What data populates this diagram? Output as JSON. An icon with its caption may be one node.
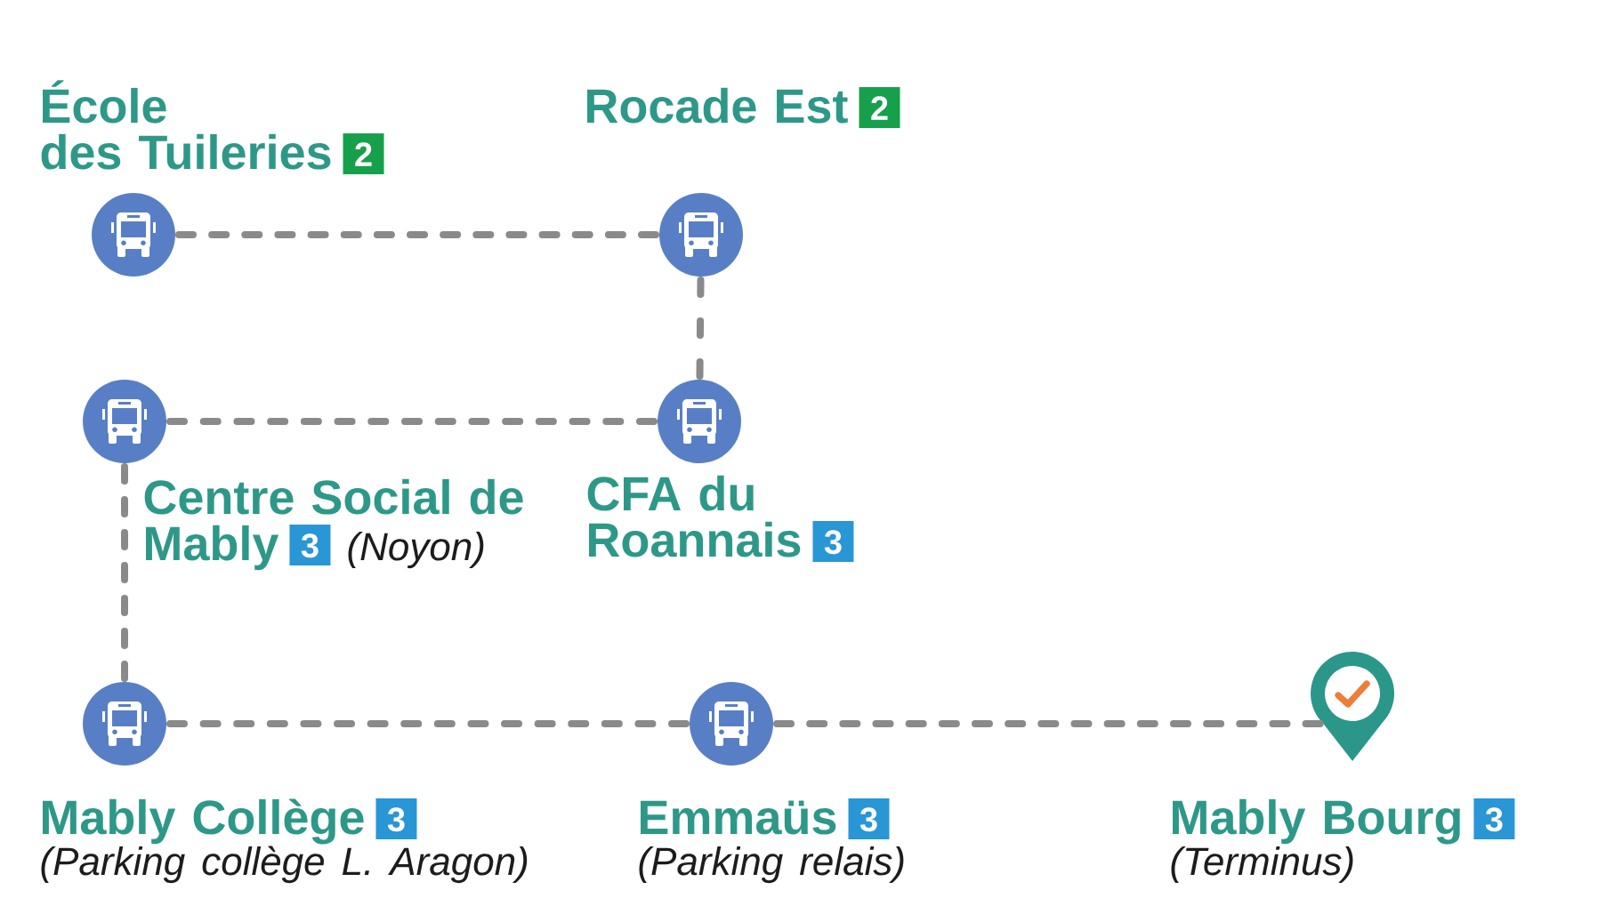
{
  "diagram": {
    "nodes": [
      {
        "text": [
          "École des Tuileries",
          "2"
        ]
      },
      {
        "text": [
          "Rocade Est",
          "2"
        ]
      },
      {
        "text": [
          "Centre Social de Mably",
          "3",
          "(Noyon)"
        ]
      },
      {
        "text": [
          "CFA du Roannais",
          "3"
        ]
      },
      {
        "text": [
          "Mably Collège",
          "3",
          "(Parking collège L. Aragon)"
        ]
      },
      {
        "text": [
          "Emmaüs",
          "3",
          "(Parking relais)"
        ]
      },
      {
        "text": [
          "Mably Bourg",
          "3",
          "(Terminus)"
        ]
      }
    ],
    "edges": [
      {
        "from": 0,
        "to": 1,
        "arrow": "none"
      },
      {
        "from": 1,
        "to": 3,
        "arrow": "none"
      },
      {
        "from": 3,
        "to": 2,
        "arrow": "none"
      },
      {
        "from": 2,
        "to": 4,
        "arrow": "none"
      },
      {
        "from": 4,
        "to": 5,
        "arrow": "none"
      },
      {
        "from": 5,
        "to": 6,
        "arrow": "none"
      }
    ]
  }
}
